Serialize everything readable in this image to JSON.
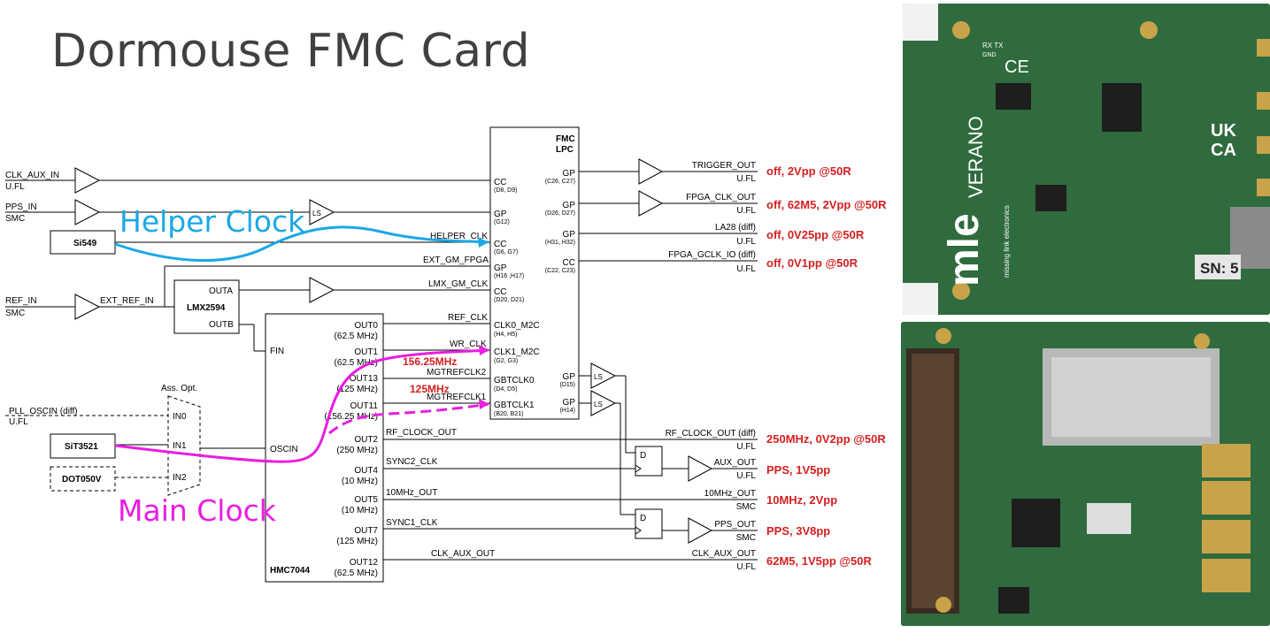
{
  "title": "Dormouse FMC Card",
  "highlights": {
    "helper_clock": "Helper Clock",
    "main_clock": "Main Clock",
    "freq_156": "156.25MHz",
    "freq_125": "125MHz"
  },
  "chips": {
    "si549": "Si549",
    "lmx": "LMX2594",
    "lmx_outa": "OUTA",
    "lmx_outb": "OUTB",
    "hmc": "HMC7044",
    "hmc_fin": "FIN",
    "hmc_oscin": "OSCIN",
    "sit": "SiT3521",
    "dot": "DOT050V",
    "mux_title": "Ass. Opt.",
    "mux_in0": "IN0",
    "mux_in1": "IN1",
    "mux_in2": "IN2",
    "ls": "LS",
    "d": "D",
    "fmc_1": "FMC",
    "fmc_2": "LPC"
  },
  "inputs": [
    {
      "name": "CLK_AUX_IN",
      "sub": "U.FL"
    },
    {
      "name": "PPS_IN",
      "sub": "SMC"
    },
    {
      "name": "REF_IN",
      "sub": "SMC"
    },
    {
      "name": "PLL_OSCIN (diff)",
      "sub": "U.FL"
    },
    {
      "name": "EXT_REF_IN",
      "sub": ""
    }
  ],
  "hmc_outputs": [
    {
      "name": "OUT0",
      "freq": "(62.5 MHz)"
    },
    {
      "name": "OUT1",
      "freq": "(62.5 MHz)"
    },
    {
      "name": "OUT13",
      "freq": "(125 MHz)"
    },
    {
      "name": "OUT11",
      "freq": "(156.25 MHz)"
    },
    {
      "name": "OUT2",
      "freq": "(250 MHz)"
    },
    {
      "name": "OUT4",
      "freq": "(10 MHz)"
    },
    {
      "name": "OUT5",
      "freq": "(10 MHz)"
    },
    {
      "name": "OUT7",
      "freq": "(125 MHz)"
    },
    {
      "name": "OUT12",
      "freq": "(62.5 MHz)"
    }
  ],
  "nets": [
    "HELPER_CLK",
    "EXT_GM_FPGA",
    "LMX_GM_CLK",
    "REF_CLK",
    "WR_CLK",
    "MGTREFCLK2",
    "MGTREFCLK1",
    "RF_CLOCK_OUT",
    "SYNC2_CLK",
    "10MHz_OUT",
    "SYNC1_CLK",
    "CLK_AUX_OUT"
  ],
  "fmc_left_pins": [
    {
      "name": "CC",
      "sub": "(D8, D9)"
    },
    {
      "name": "GP",
      "sub": "(G12)"
    },
    {
      "name": "CC",
      "sub": "(G6, G7)"
    },
    {
      "name": "GP",
      "sub": "(H16 ,H17)"
    },
    {
      "name": "CC",
      "sub": "(D20, D21)"
    },
    {
      "name": "CLK0_M2C",
      "sub": "(H4, H5)"
    },
    {
      "name": "CLK1_M2C",
      "sub": "(G2, G3)"
    },
    {
      "name": "GBTCLK0",
      "sub": "(D4, D5)"
    },
    {
      "name": "GBTCLK1",
      "sub": "(B20, B21)"
    }
  ],
  "fmc_right_pins": [
    {
      "name": "GP",
      "sub": "(C26, C27)"
    },
    {
      "name": "GP",
      "sub": "(D26, D27)"
    },
    {
      "name": "GP",
      "sub": "(H31, H32)"
    },
    {
      "name": "CC",
      "sub": "(C22, C23)"
    },
    {
      "name": "GP",
      "sub": "(D15)"
    },
    {
      "name": "GP",
      "sub": "(H14)"
    }
  ],
  "outputs": [
    {
      "name": "TRIGGER_OUT",
      "conn": "U.FL",
      "spec": "off, 2Vpp @50R"
    },
    {
      "name": "FPGA_CLK_OUT",
      "conn": "U.FL",
      "spec": "off, 62M5, 2Vpp @50R"
    },
    {
      "name": "LA28 (diff)",
      "conn": "U.FL",
      "spec": "off, 0V25pp @50R"
    },
    {
      "name": "FPGA_GCLK_IO (diff)",
      "conn": "U.FL",
      "spec": "off, 0V1pp @50R"
    },
    {
      "name": "RF_CLOCK_OUT (diff)",
      "conn": "U.FL",
      "spec": "250MHz, 0V2pp @50R"
    },
    {
      "name": "AUX_OUT",
      "conn": "U.FL",
      "spec": "PPS, 1V5pp"
    },
    {
      "name": "10MHz_OUT",
      "conn": "SMC",
      "spec": "10MHz, 2Vpp"
    },
    {
      "name": "PPS_OUT",
      "conn": "SMC",
      "spec": "PPS, 3V8pp"
    },
    {
      "name": "CLK_AUX_OUT",
      "conn": "U.FL",
      "spec": "62M5, 1V5pp @50R"
    }
  ],
  "photo_top": {
    "brand": "mle",
    "brand_sub": "missing link electronics",
    "logo": "VERANO",
    "serial": "SN: 5",
    "ce": "CE",
    "ukca_1": "UK",
    "ukca_2": "CA",
    "conn": "RX TX",
    "gnd": "GND"
  },
  "colors": {
    "helper": "#1aa8e6",
    "main": "#e81ee0",
    "spec": "#d42020",
    "pcb": "#2f6b3e"
  }
}
